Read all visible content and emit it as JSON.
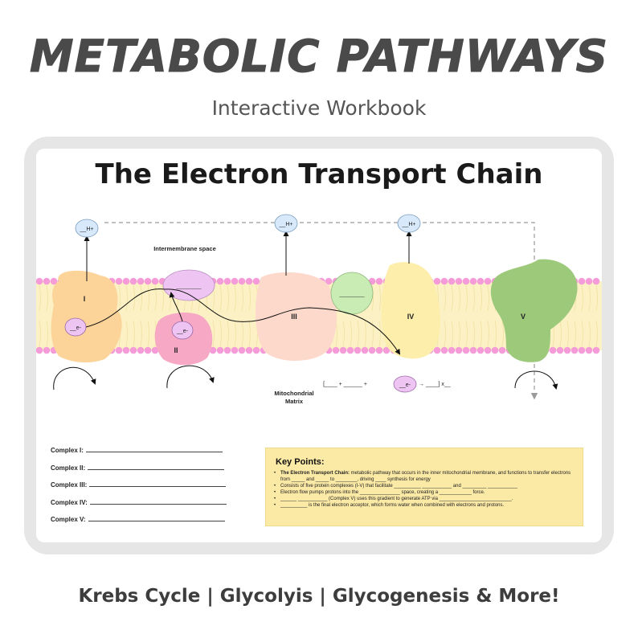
{
  "header": {
    "title": "METABOLIC PATHWAYS",
    "subtitle": "Interactive Workbook"
  },
  "worksheet": {
    "title": "The Electron Transport Chain",
    "labels": {
      "intermembrane": "Intermembrane space",
      "matrix_line1": "Mitochondrial",
      "matrix_line2": "Matrix",
      "h_plus": "__H+",
      "electron": "__e-",
      "blank": "________",
      "equation_left": "[____ + ______ +",
      "equation_right": "→ ____] x__"
    },
    "complexes": [
      {
        "label": "I"
      },
      {
        "label": "II"
      },
      {
        "label": "III"
      },
      {
        "label": "IV"
      },
      {
        "label": "V"
      }
    ],
    "complex_lines": [
      "Complex I:",
      "Complex II:",
      "Complex III:",
      "Complex IV:",
      "Complex V:"
    ],
    "key_points": {
      "title": "Key Points:",
      "items": [
        {
          "bold": "The Electron Transport Chain:",
          "text": " metabolic pathway that occurs in the inner mitochondrial membrane, and functions to transfer electrons from _____ and _____ to ________, driving ____ synthesis for energy"
        },
        {
          "bold": "",
          "text": "Consists of five protein complexes (I-V) that facilitate __________ ___________ and _________ ___________"
        },
        {
          "bold": "",
          "text": "Electron flow pumps protons into the _______________ space, creating a ____________ force."
        },
        {
          "bold": "",
          "text": "______ ___________ (Complex V) uses this gradient to generate ATP via ___________________________."
        },
        {
          "bold": "",
          "text": "__________ is the final electron acceptor, which forms water when combined with electrons and protons."
        }
      ]
    }
  },
  "colors": {
    "complex_I": "#fcd49a",
    "complex_II": "#f6a8c4",
    "complex_III": "#fdd9cc",
    "complex_IV": "#fdeeac",
    "complex_V": "#9dc97a",
    "membrane_head": "#f59bd8",
    "membrane_tail": "#fbf1c4",
    "carrier_purple": "#eec5f2",
    "carrier_green": "#c9ecb4",
    "h_plus_fill": "#d7e9fa",
    "keypoints_bg": "#fbe9a6"
  },
  "footer": {
    "text": "Krebs Cycle | Glycolyis | Glycogenesis & More!"
  }
}
